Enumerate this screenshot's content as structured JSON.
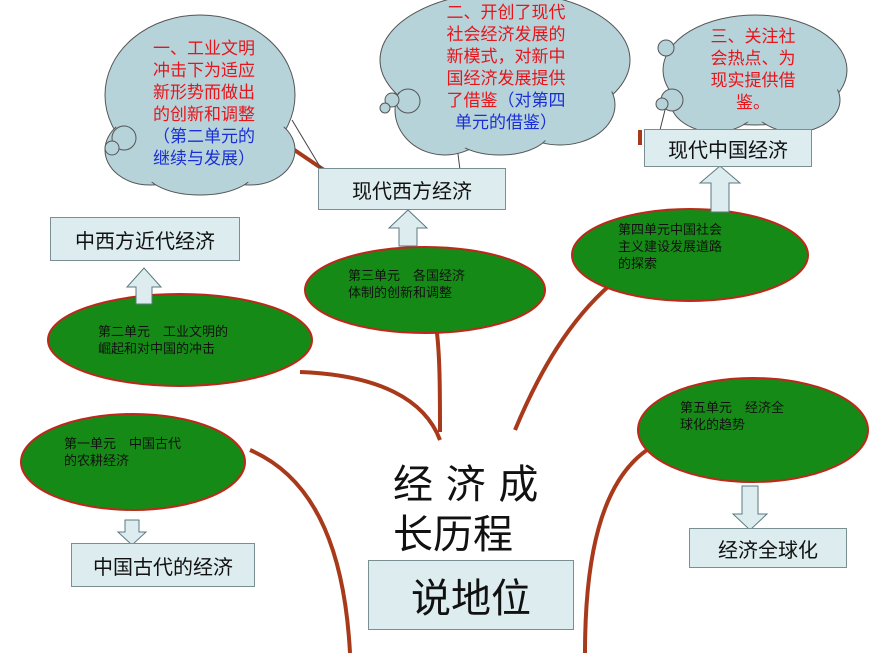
{
  "center": {
    "title_line1": "经 济 成",
    "title_line2": "长历程",
    "box_label": "说地位"
  },
  "leaves": [
    {
      "text": "第一单元　中国古代的农耕经济",
      "line1": "第一单元　中国古代",
      "line2": "的农耕经济"
    },
    {
      "text": "第二单元　工业文明的崛起和对中国的冲击",
      "line1": "第二单元　工业文明的",
      "line2": "崛起和对中国的冲击"
    },
    {
      "text": "第三单元　各国经济体制的创新和调整",
      "line1": "第三单元　各国经济",
      "line2": "体制的创新和调整"
    },
    {
      "text": "第四单元中国社会主义建设发展道路的探索",
      "line1": "第四单元中国社会",
      "line2": "主义建设发展道路",
      "line3": "的探索"
    },
    {
      "text": "第五单元　经济全球化的趋势",
      "line1": "第五单元　经济全",
      "line2": "球化的趋势"
    }
  ],
  "boxes": {
    "ancient": "中国古代的经济",
    "modern_west_early": "中西方近代经济",
    "contemporary_west": "现代西方经济",
    "contemporary_china": "现代中国经济",
    "globalization": "经济全球化"
  },
  "clouds": {
    "one": {
      "red_lines": [
        "一、工业文明",
        "冲击下为适应",
        "新形势而做出",
        "的创新和调整"
      ],
      "blue_lines": [
        "（第二单元的",
        "继续与发展）"
      ]
    },
    "two": {
      "red_lines": [
        "二、开创了现代",
        "社会经济发展的",
        "新模式，对新中",
        "国经济发展提供",
        "了借鉴"
      ],
      "blue_inline": "（对第四",
      "blue_lines": [
        "单元的借鉴）"
      ]
    },
    "three": {
      "red_lines": [
        "三、关注社",
        "会热点、为",
        "现实提供借",
        "鉴。"
      ]
    }
  },
  "colors": {
    "leaf_fill": "#168a16",
    "leaf_stroke": "#c0271b",
    "branch": "#a8391a",
    "box_fill": "#dcecef",
    "cloud_fill": "#b7d3da",
    "arrow_fill": "#dcecef",
    "red_text": "#e8141b",
    "blue_text": "#1a2fd6"
  }
}
